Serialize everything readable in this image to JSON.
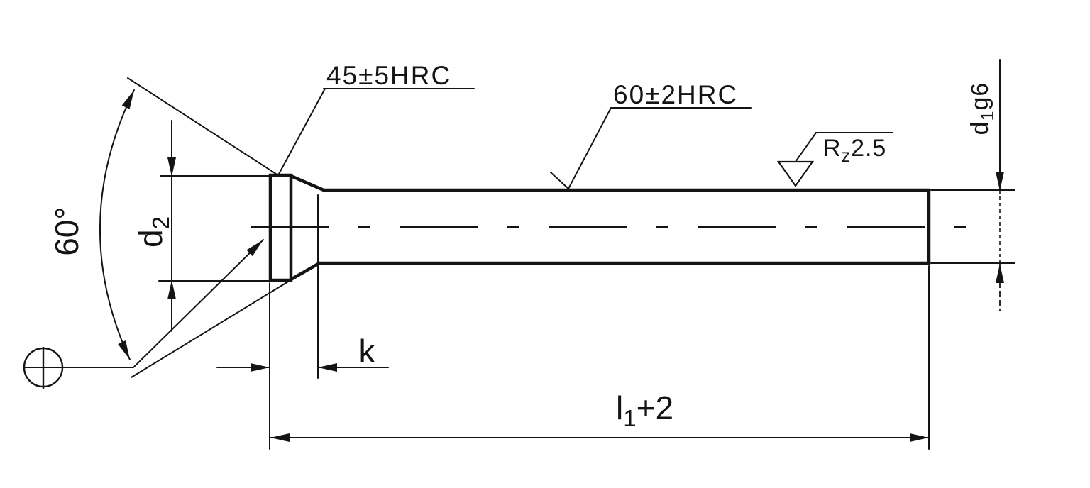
{
  "drawing": {
    "annotations": {
      "head_hardness": "45±5HRC",
      "shaft_hardness": "60±2HRC",
      "roughness_prefix": "R",
      "roughness_sub": "z",
      "roughness_value": "2.5",
      "cone_angle": "60°",
      "head_diameter_symbol": "d",
      "head_diameter_sub": "2",
      "shaft_diameter_symbol": "d",
      "shaft_diameter_sub": "1",
      "shaft_diameter_tolerance": "g6",
      "head_thickness": "k",
      "length_symbol": "l",
      "length_sub": "1",
      "length_suffix": "+2"
    },
    "colors": {
      "line": "#141414",
      "background": "#ffffff"
    }
  }
}
